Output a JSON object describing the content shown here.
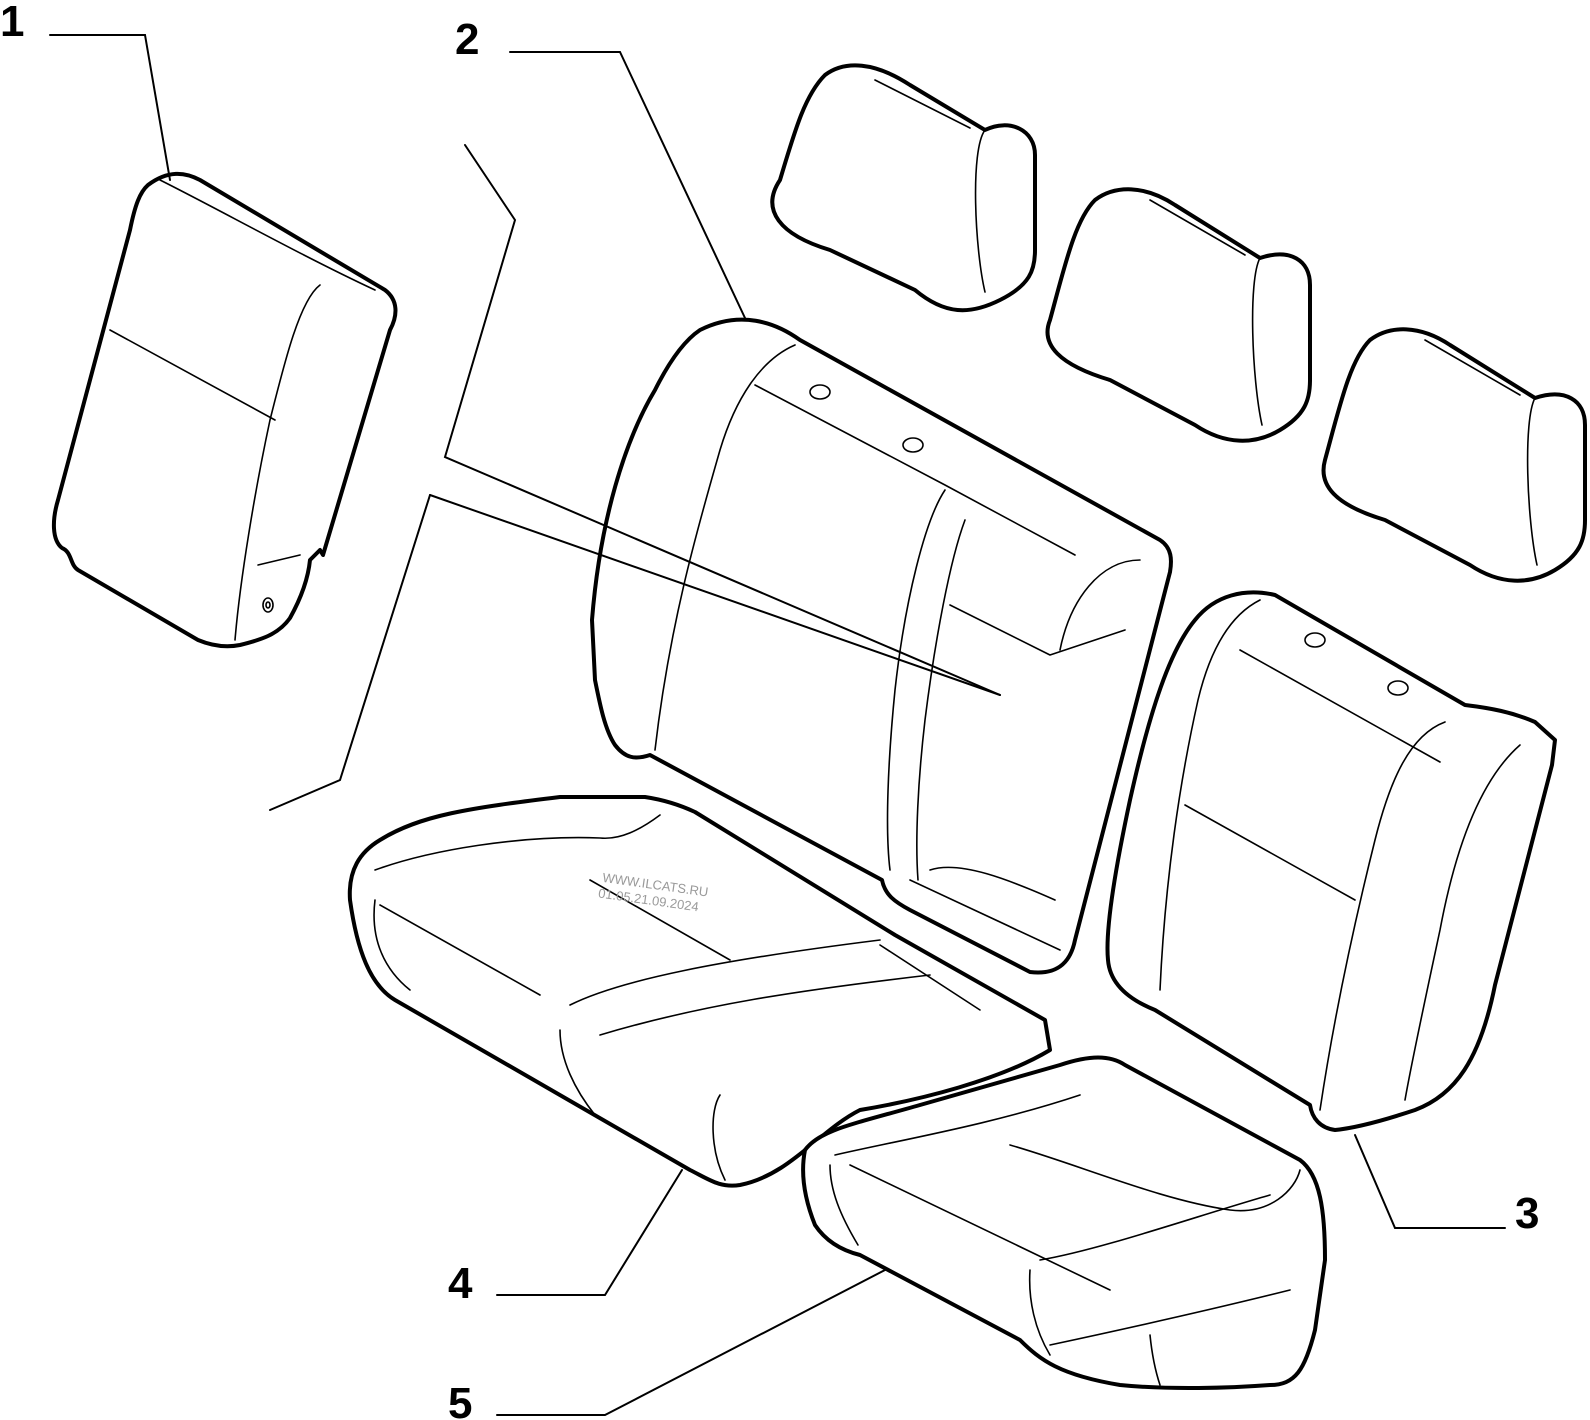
{
  "diagram": {
    "callouts": [
      {
        "id": "1",
        "label": "1"
      },
      {
        "id": "2",
        "label": "2"
      },
      {
        "id": "3",
        "label": "3"
      },
      {
        "id": "4",
        "label": "4"
      },
      {
        "id": "5",
        "label": "5"
      }
    ],
    "watermark": {
      "line1": "WWW.ILCATS.RU",
      "line2": "01.05.21.09.2024"
    }
  }
}
